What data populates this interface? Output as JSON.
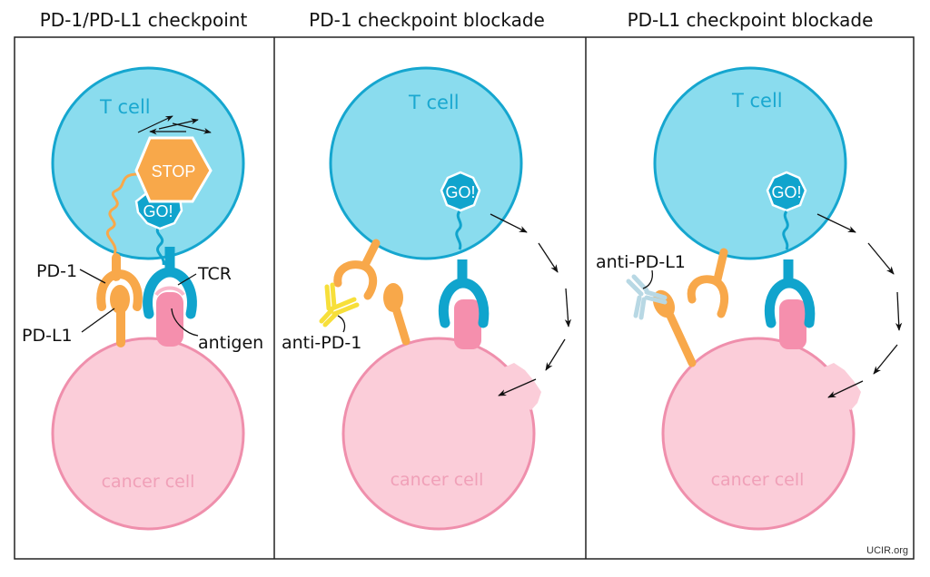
{
  "figure": {
    "credit": "UCIR.org",
    "colors": {
      "t_cell_fill": "#8adcee",
      "t_cell_stroke": "#15a6cf",
      "tcr": "#10a4cd",
      "cancer_fill": "#fbcdd9",
      "cancer_stroke": "#ef8fac",
      "antigen": "#f58fad",
      "pd_receptor": "#f8a84a",
      "anti_pd1": "#f7df3a",
      "anti_pdl1": "#b8d8e4"
    },
    "panels": [
      {
        "title": "PD-1/PD-L1 checkpoint",
        "t_cell_label": "T cell",
        "cancer_cell_label": "cancer cell",
        "stop_sign": "STOP",
        "go_sign": "GO!",
        "labels": {
          "pd1": "PD-1",
          "pdl1": "PD-L1",
          "tcr": "TCR",
          "antigen": "antigen"
        }
      },
      {
        "title": "PD-1 checkpoint blockade",
        "t_cell_label": "T cell",
        "cancer_cell_label": "cancer cell",
        "go_sign": "GO!",
        "labels": {
          "antibody": "anti-PD-1"
        }
      },
      {
        "title": "PD-L1 checkpoint blockade",
        "t_cell_label": "T cell",
        "cancer_cell_label": "cancer cell",
        "go_sign": "GO!",
        "labels": {
          "antibody": "anti-PD-L1"
        }
      }
    ]
  }
}
